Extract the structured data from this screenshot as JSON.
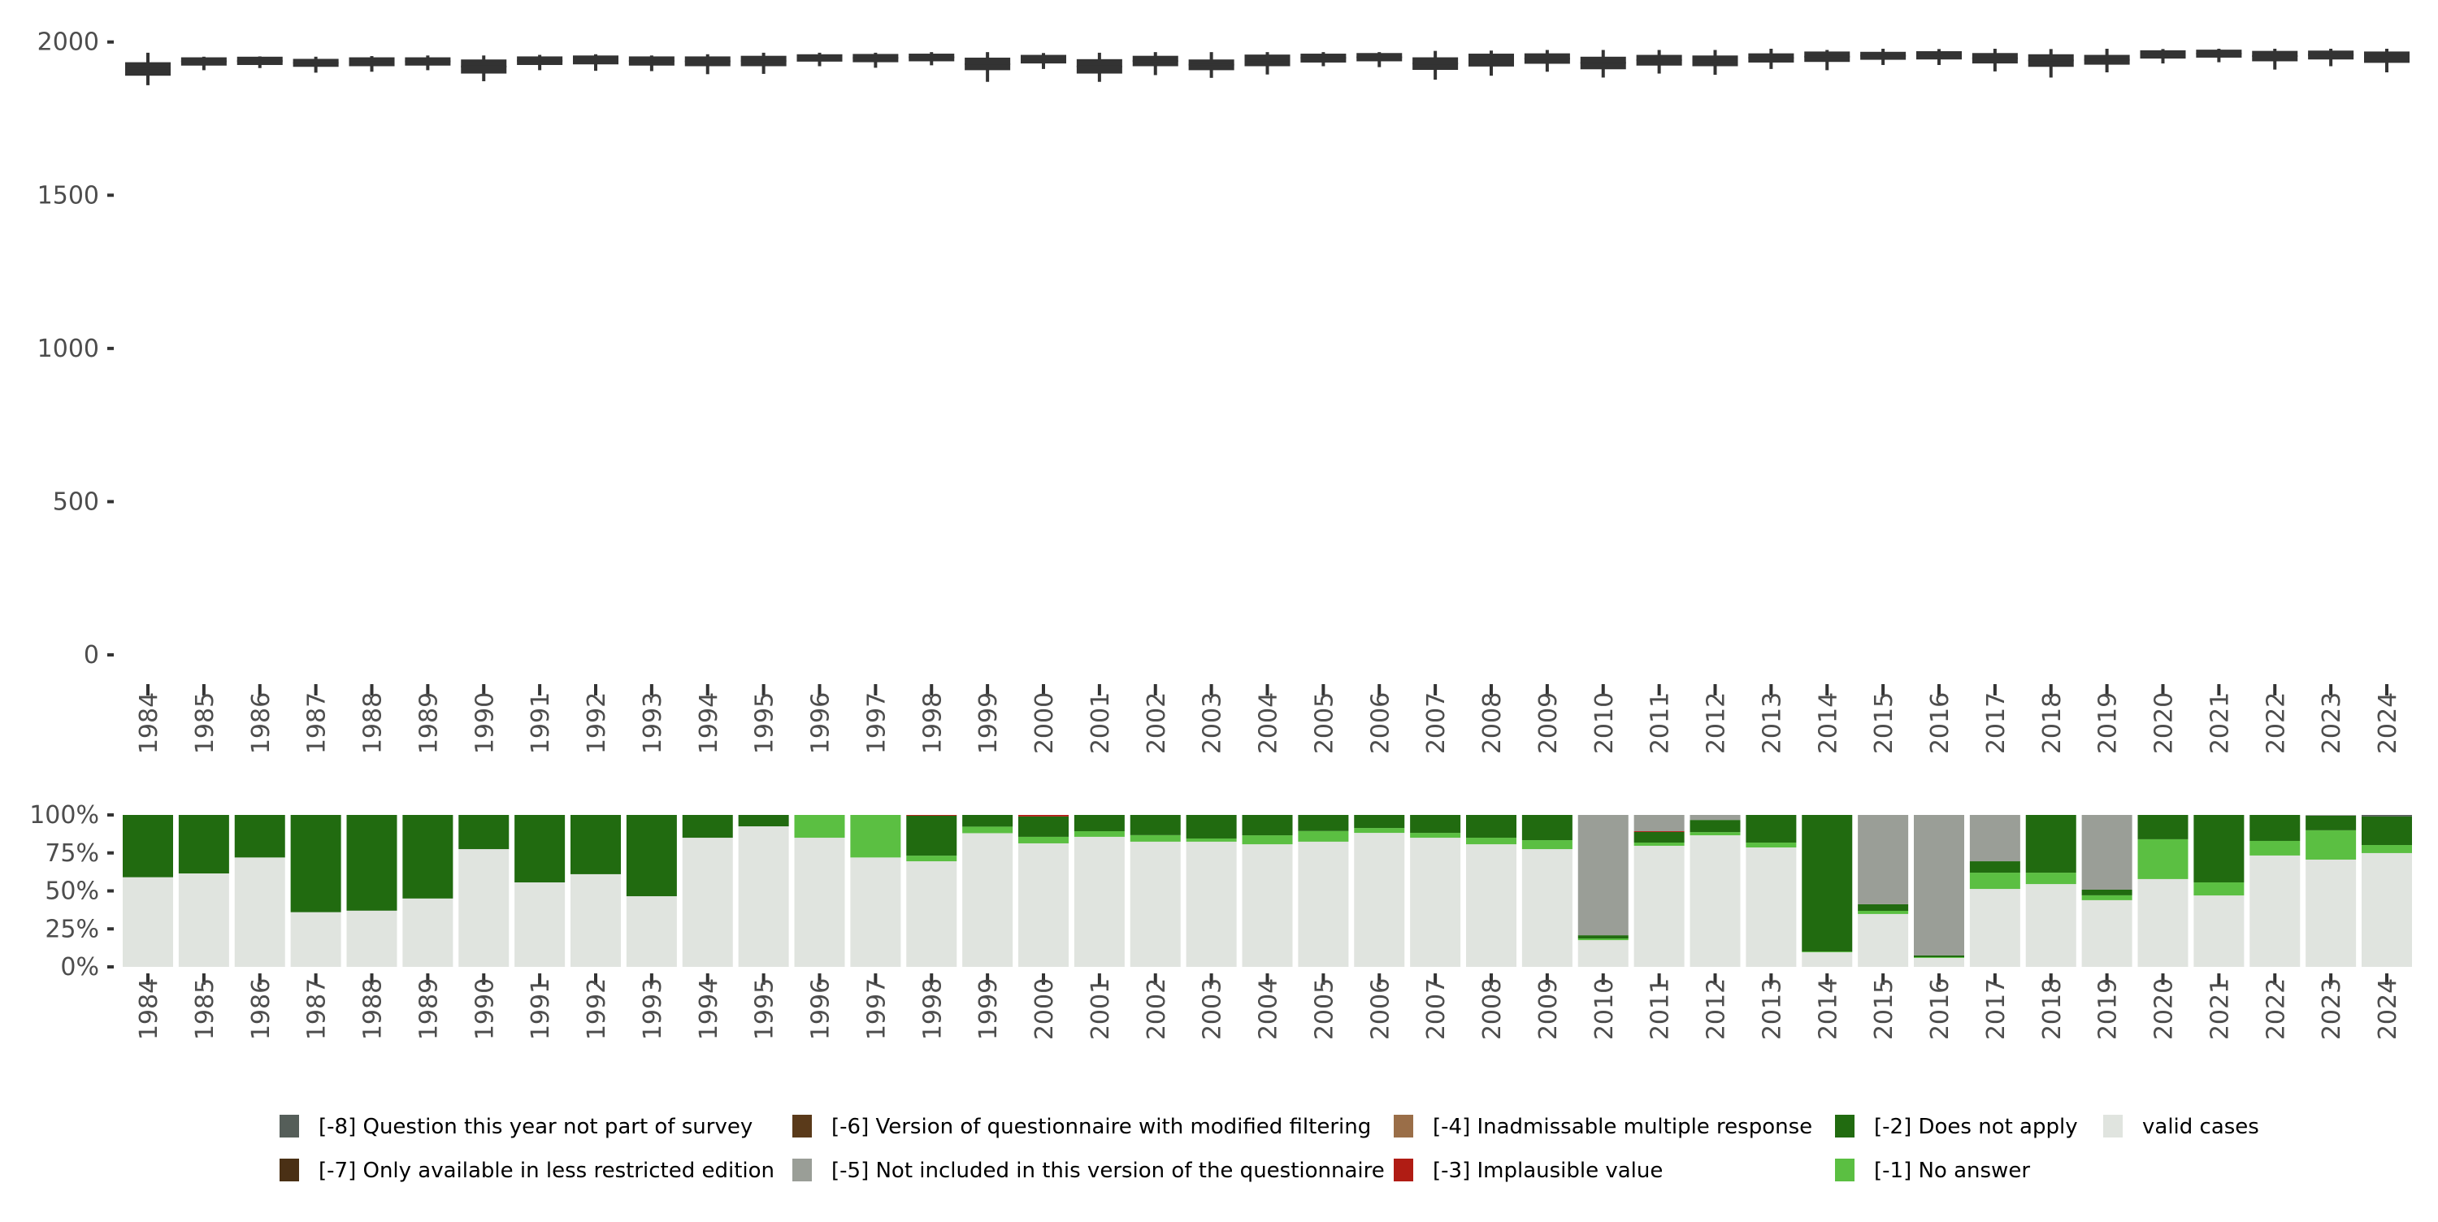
{
  "chart_data": [
    {
      "type": "boxplot",
      "title": "",
      "xlabel": "",
      "ylabel": "",
      "ylim": [
        0,
        2000
      ],
      "yticks": [
        "0",
        "500",
        "1000",
        "1500",
        "2000"
      ],
      "ytick_values": [
        0,
        500,
        1000,
        1500,
        2000
      ],
      "categories": [
        "1984",
        "1985",
        "1986",
        "1987",
        "1988",
        "1989",
        "1990",
        "1991",
        "1992",
        "1993",
        "1994",
        "1995",
        "1996",
        "1997",
        "1998",
        "1999",
        "2000",
        "2001",
        "2002",
        "2003",
        "2004",
        "2005",
        "2006",
        "2007",
        "2008",
        "2009",
        "2010",
        "2011",
        "2012",
        "2013",
        "2014",
        "2015",
        "2016",
        "2017",
        "2018",
        "2019",
        "2020",
        "2021",
        "2022",
        "2023",
        "2024"
      ],
      "boxes": [
        {
          "low": 1859,
          "q1": 1890,
          "median": 1912,
          "q3": 1934,
          "high": 1965
        },
        {
          "low": 1908,
          "q1": 1923,
          "median": 1937,
          "q3": 1950,
          "high": 1952
        },
        {
          "low": 1915,
          "q1": 1925,
          "median": 1938,
          "q3": 1952,
          "high": 1953
        },
        {
          "low": 1900,
          "q1": 1919,
          "median": 1932,
          "q3": 1945,
          "high": 1952
        },
        {
          "low": 1903,
          "q1": 1921,
          "median": 1935,
          "q3": 1950,
          "high": 1954
        },
        {
          "low": 1908,
          "q1": 1923,
          "median": 1937,
          "q3": 1950,
          "high": 1956
        },
        {
          "low": 1872,
          "q1": 1897,
          "median": 1920,
          "q3": 1943,
          "high": 1956
        },
        {
          "low": 1908,
          "q1": 1925,
          "median": 1939,
          "q3": 1953,
          "high": 1958
        },
        {
          "low": 1906,
          "q1": 1927,
          "median": 1941,
          "q3": 1956,
          "high": 1960
        },
        {
          "low": 1905,
          "q1": 1923,
          "median": 1938,
          "q3": 1953,
          "high": 1956
        },
        {
          "low": 1895,
          "q1": 1921,
          "median": 1937,
          "q3": 1953,
          "high": 1960
        },
        {
          "low": 1896,
          "q1": 1921,
          "median": 1938,
          "q3": 1955,
          "high": 1965
        },
        {
          "low": 1921,
          "q1": 1936,
          "median": 1948,
          "q3": 1960,
          "high": 1965
        },
        {
          "low": 1916,
          "q1": 1934,
          "median": 1948,
          "q3": 1961,
          "high": 1965
        },
        {
          "low": 1924,
          "q1": 1937,
          "median": 1950,
          "q3": 1962,
          "high": 1967
        },
        {
          "low": 1870,
          "q1": 1908,
          "median": 1928,
          "q3": 1949,
          "high": 1967
        },
        {
          "low": 1912,
          "q1": 1930,
          "median": 1944,
          "q3": 1958,
          "high": 1964
        },
        {
          "low": 1870,
          "q1": 1897,
          "median": 1920,
          "q3": 1944,
          "high": 1965
        },
        {
          "low": 1892,
          "q1": 1921,
          "median": 1938,
          "q3": 1955,
          "high": 1967
        },
        {
          "low": 1883,
          "q1": 1908,
          "median": 1926,
          "q3": 1943,
          "high": 1967
        },
        {
          "low": 1894,
          "q1": 1921,
          "median": 1940,
          "q3": 1959,
          "high": 1967
        },
        {
          "low": 1921,
          "q1": 1933,
          "median": 1948,
          "q3": 1962,
          "high": 1967
        },
        {
          "low": 1918,
          "q1": 1937,
          "median": 1950,
          "q3": 1964,
          "high": 1967
        },
        {
          "low": 1877,
          "q1": 1909,
          "median": 1930,
          "q3": 1950,
          "high": 1971
        },
        {
          "low": 1890,
          "q1": 1920,
          "median": 1941,
          "q3": 1962,
          "high": 1972
        },
        {
          "low": 1903,
          "q1": 1929,
          "median": 1946,
          "q3": 1963,
          "high": 1974
        },
        {
          "low": 1884,
          "q1": 1911,
          "median": 1932,
          "q3": 1952,
          "high": 1974
        },
        {
          "low": 1897,
          "q1": 1923,
          "median": 1941,
          "q3": 1958,
          "high": 1974
        },
        {
          "low": 1893,
          "q1": 1921,
          "median": 1938,
          "q3": 1956,
          "high": 1974
        },
        {
          "low": 1912,
          "q1": 1933,
          "median": 1948,
          "q3": 1963,
          "high": 1978
        },
        {
          "low": 1908,
          "q1": 1935,
          "median": 1952,
          "q3": 1969,
          "high": 1974
        },
        {
          "low": 1925,
          "q1": 1942,
          "median": 1955,
          "q3": 1968,
          "high": 1978
        },
        {
          "low": 1925,
          "q1": 1943,
          "median": 1957,
          "q3": 1970,
          "high": 1977
        },
        {
          "low": 1904,
          "q1": 1930,
          "median": 1947,
          "q3": 1964,
          "high": 1978
        },
        {
          "low": 1884,
          "q1": 1919,
          "median": 1940,
          "q3": 1960,
          "high": 1977
        },
        {
          "low": 1901,
          "q1": 1926,
          "median": 1942,
          "q3": 1958,
          "high": 1978
        },
        {
          "low": 1930,
          "q1": 1946,
          "median": 1960,
          "q3": 1973,
          "high": 1977
        },
        {
          "low": 1934,
          "q1": 1949,
          "median": 1962,
          "q3": 1975,
          "high": 1978
        },
        {
          "low": 1910,
          "q1": 1937,
          "median": 1954,
          "q3": 1971,
          "high": 1978
        },
        {
          "low": 1921,
          "q1": 1943,
          "median": 1958,
          "q3": 1972,
          "high": 1978
        },
        {
          "low": 1901,
          "q1": 1932,
          "median": 1950,
          "q3": 1969,
          "high": 1978
        }
      ]
    },
    {
      "type": "stacked-bar",
      "title": "",
      "xlabel": "",
      "ylabel": "",
      "ylim": [
        0,
        100
      ],
      "yticks": [
        "0%",
        "25%",
        "50%",
        "75%",
        "100%"
      ],
      "ytick_values": [
        0,
        25,
        50,
        75,
        100
      ],
      "categories": [
        "1984",
        "1985",
        "1986",
        "1987",
        "1988",
        "1989",
        "1990",
        "1991",
        "1992",
        "1993",
        "1994",
        "1995",
        "1996",
        "1997",
        "1998",
        "1999",
        "2000",
        "2001",
        "2002",
        "2003",
        "2004",
        "2005",
        "2006",
        "2007",
        "2008",
        "2009",
        "2010",
        "2011",
        "2012",
        "2013",
        "2014",
        "2015",
        "2016",
        "2017",
        "2018",
        "2019",
        "2020",
        "2021",
        "2022",
        "2023",
        "2024"
      ],
      "stack_order": [
        "valid",
        "m1",
        "m2",
        "m3",
        "m4",
        "m5",
        "m6",
        "m7",
        "m8"
      ],
      "series": [
        {
          "key": "valid",
          "name": "valid cases",
          "color": "#e0e4df",
          "values": [
            59,
            61.5,
            72,
            36,
            37,
            45,
            77.5,
            55.6,
            61,
            46.5,
            85,
            92.5,
            85,
            72,
            69.5,
            88,
            81.3,
            85.6,
            82.4,
            82.4,
            80.7,
            82.4,
            88.2,
            85,
            80.7,
            77.5,
            17.6,
            79.7,
            86.6,
            78.6,
            9.6,
            34.8,
            5.9,
            51.3,
            54.5,
            43.9,
            57.8,
            47,
            73.3,
            70.6,
            74.9
          ]
        },
        {
          "key": "m1",
          "name": "[-1] No answer",
          "color": "#5bbf42",
          "values": [
            0,
            0,
            0,
            0,
            0,
            0,
            0,
            0,
            0,
            0,
            0,
            0,
            15,
            28,
            3.7,
            4.3,
            4.3,
            3.7,
            4.3,
            2.1,
            5.9,
            7,
            3.2,
            3.2,
            4.3,
            5.9,
            1.1,
            2.1,
            2.1,
            3.2,
            0.5,
            2.1,
            0.5,
            10.7,
            7.5,
            3.2,
            26.2,
            8.6,
            9.6,
            19.3,
            5.3
          ]
        },
        {
          "key": "m2",
          "name": "[-2] Does not apply",
          "color": "#216b10",
          "values": [
            41,
            38.5,
            28,
            64,
            63,
            55,
            22.5,
            44.4,
            39,
            53.5,
            15,
            7.5,
            0,
            0,
            26.3,
            7.7,
            13.4,
            10.7,
            13.3,
            15.5,
            13.4,
            10.6,
            8.6,
            11.8,
            15,
            16.6,
            2.1,
            7,
            8,
            18.2,
            89.9,
            4.3,
            1.1,
            7.5,
            38,
            3.7,
            16,
            44.4,
            17.1,
            9.6,
            18.8
          ]
        },
        {
          "key": "m3",
          "name": "[-3] Implausible value",
          "color": "#b01c14",
          "values": [
            0,
            0,
            0,
            0,
            0,
            0,
            0,
            0,
            0,
            0,
            0,
            0,
            0,
            0,
            0.5,
            0,
            1,
            0,
            0,
            0,
            0,
            0,
            0,
            0,
            0,
            0,
            0,
            0.5,
            0,
            0,
            0,
            0,
            0,
            0,
            0,
            0,
            0,
            0,
            0,
            0,
            0
          ]
        },
        {
          "key": "m4",
          "name": "[-4] Inadmissable multiple response",
          "color": "#9a6e48",
          "values": [
            0,
            0,
            0,
            0,
            0,
            0,
            0,
            0,
            0,
            0,
            0,
            0,
            0,
            0,
            0,
            0,
            0,
            0,
            0,
            0,
            0,
            0,
            0,
            0,
            0,
            0,
            0,
            0,
            0,
            0,
            0,
            0,
            0,
            0,
            0,
            0,
            0,
            0,
            0,
            0,
            0
          ]
        },
        {
          "key": "m5",
          "name": "[-5] Not included in this version of the questionnaire",
          "color": "#9a9e97",
          "values": [
            0,
            0,
            0,
            0,
            0,
            0,
            0,
            0,
            0,
            0,
            0,
            0,
            0,
            0,
            0,
            0,
            0,
            0,
            0,
            0,
            0,
            0,
            0,
            0,
            0,
            0,
            79.2,
            10.7,
            3.3,
            0,
            0,
            58.8,
            92.5,
            30.5,
            0,
            49.2,
            0,
            0,
            0,
            0.5,
            0
          ]
        },
        {
          "key": "m6",
          "name": "[-6] Version of questionnaire with modified filtering",
          "color": "#5a3a1a",
          "values": [
            0,
            0,
            0,
            0,
            0,
            0,
            0,
            0,
            0,
            0,
            0,
            0,
            0,
            0,
            0,
            0,
            0,
            0,
            0,
            0,
            0,
            0,
            0,
            0,
            0,
            0,
            0,
            0,
            0,
            0,
            0,
            0,
            0,
            0,
            0,
            0,
            0,
            0,
            0,
            0,
            0
          ]
        },
        {
          "key": "m7",
          "name": "[-7] Only available in less restricted edition",
          "color": "#4a3015",
          "values": [
            0,
            0,
            0,
            0,
            0,
            0,
            0,
            0,
            0,
            0,
            0,
            0,
            0,
            0,
            0,
            0,
            0,
            0,
            0,
            0,
            0,
            0,
            0,
            0,
            0,
            0,
            0,
            0,
            0,
            0,
            0,
            0,
            0,
            0,
            0,
            0,
            0,
            0,
            0,
            0,
            0
          ]
        },
        {
          "key": "m8",
          "name": "[-8] Question this year not part of survey",
          "color": "#555e59",
          "values": [
            0,
            0,
            0,
            0,
            0,
            0,
            0,
            0,
            0,
            0,
            0,
            0,
            0,
            0,
            0,
            0,
            0,
            0,
            0,
            0,
            0,
            0,
            0,
            0,
            0,
            0,
            0,
            0,
            0,
            0,
            0,
            0,
            0,
            0,
            0,
            0,
            0,
            0,
            0,
            0,
            1
          ]
        }
      ],
      "legend": {
        "placement": "bottom",
        "rows": [
          [
            "[-8] Question this year not part of survey",
            "[-6] Version of questionnaire with modified filtering",
            "[-4] Inadmissable multiple response",
            "[-2] Does not apply",
            "valid cases"
          ],
          [
            "[-7] Only available in less restricted edition",
            "[-5] Not included in this version of the questionnaire",
            "[-3] Implausible value",
            "[-1] No answer"
          ]
        ],
        "row_colors": [
          [
            "#555e59",
            "#5a3a1a",
            "#9a6e48",
            "#216b10",
            "#e0e4df"
          ],
          [
            "#4a3015",
            "#9a9e97",
            "#b01c14",
            "#5bbf42"
          ]
        ]
      }
    }
  ],
  "colors": {
    "box": "#333333",
    "box_median": "#999999",
    "axis_text": "#4d4d4d",
    "tick": "#333333"
  }
}
